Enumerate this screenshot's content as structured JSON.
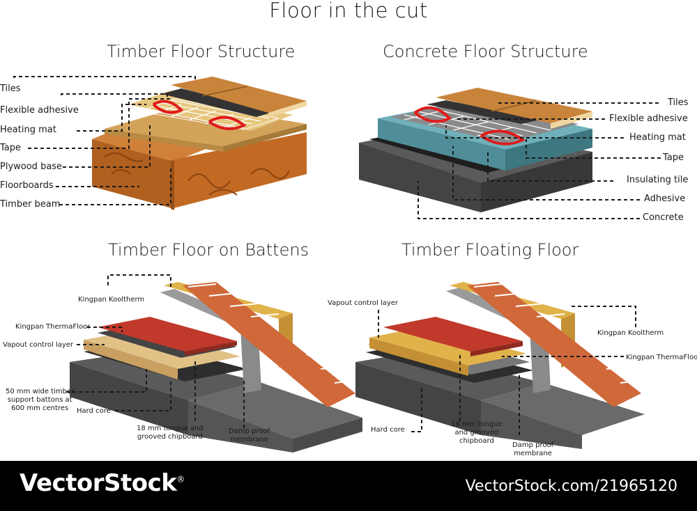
{
  "title": "Floor in the cut",
  "sections": {
    "timber": {
      "title": "Timber Floor Structure",
      "labels": [
        "Tiles",
        "Flexible adhesive",
        "Heating mat",
        "Tape",
        "Plywood base",
        "Floorboards",
        "Timber beam"
      ]
    },
    "concrete": {
      "title": "Concrete Floor Structure",
      "labels": [
        "Tiles",
        "Flexible adhesive",
        "Heating mat",
        "Tape",
        "Insulating tile",
        "Adhesive",
        "Concrete"
      ]
    },
    "battens": {
      "title": "Timber Floor on Battens",
      "labels": {
        "koolt": "Kingpan Kooltherm",
        "thermafloor": "Kingpan ThermaFloor",
        "vapour": "Vapout control layer",
        "battens": "50 mm wide timber\nsupport battons at\n600 mm centres",
        "hardcore": "Hard core",
        "chipboard": "18 mm tongue and\ngrooved chipboard",
        "membrane": "Damp proof\nmembrane"
      }
    },
    "floating": {
      "title": "Timber Floating Floor",
      "labels": {
        "vapour": "Vapout control layer",
        "koolt": "Kingpan Kooltherm",
        "thermafloor": "Kingpan ThermaFloor",
        "hardcore": "Hard core",
        "chipboard": "18 mm tongue\nand grooved\nchipboard",
        "membrane": "Damp proof\nmembrane"
      }
    }
  },
  "footer": {
    "brand": "VectorStock",
    "registered": "®",
    "url": "VectorStock.com/21965120"
  },
  "colors": {
    "timber": "#c8732c",
    "timber_dark": "#a85a1e",
    "tile": "#c9843b",
    "concrete": "#4a4a4a",
    "insulation": "#5e9ea8",
    "heating_wire": "#e02020",
    "red_board": "#c0392b",
    "brick": "#d0683a",
    "footer_bg": "#000000"
  }
}
